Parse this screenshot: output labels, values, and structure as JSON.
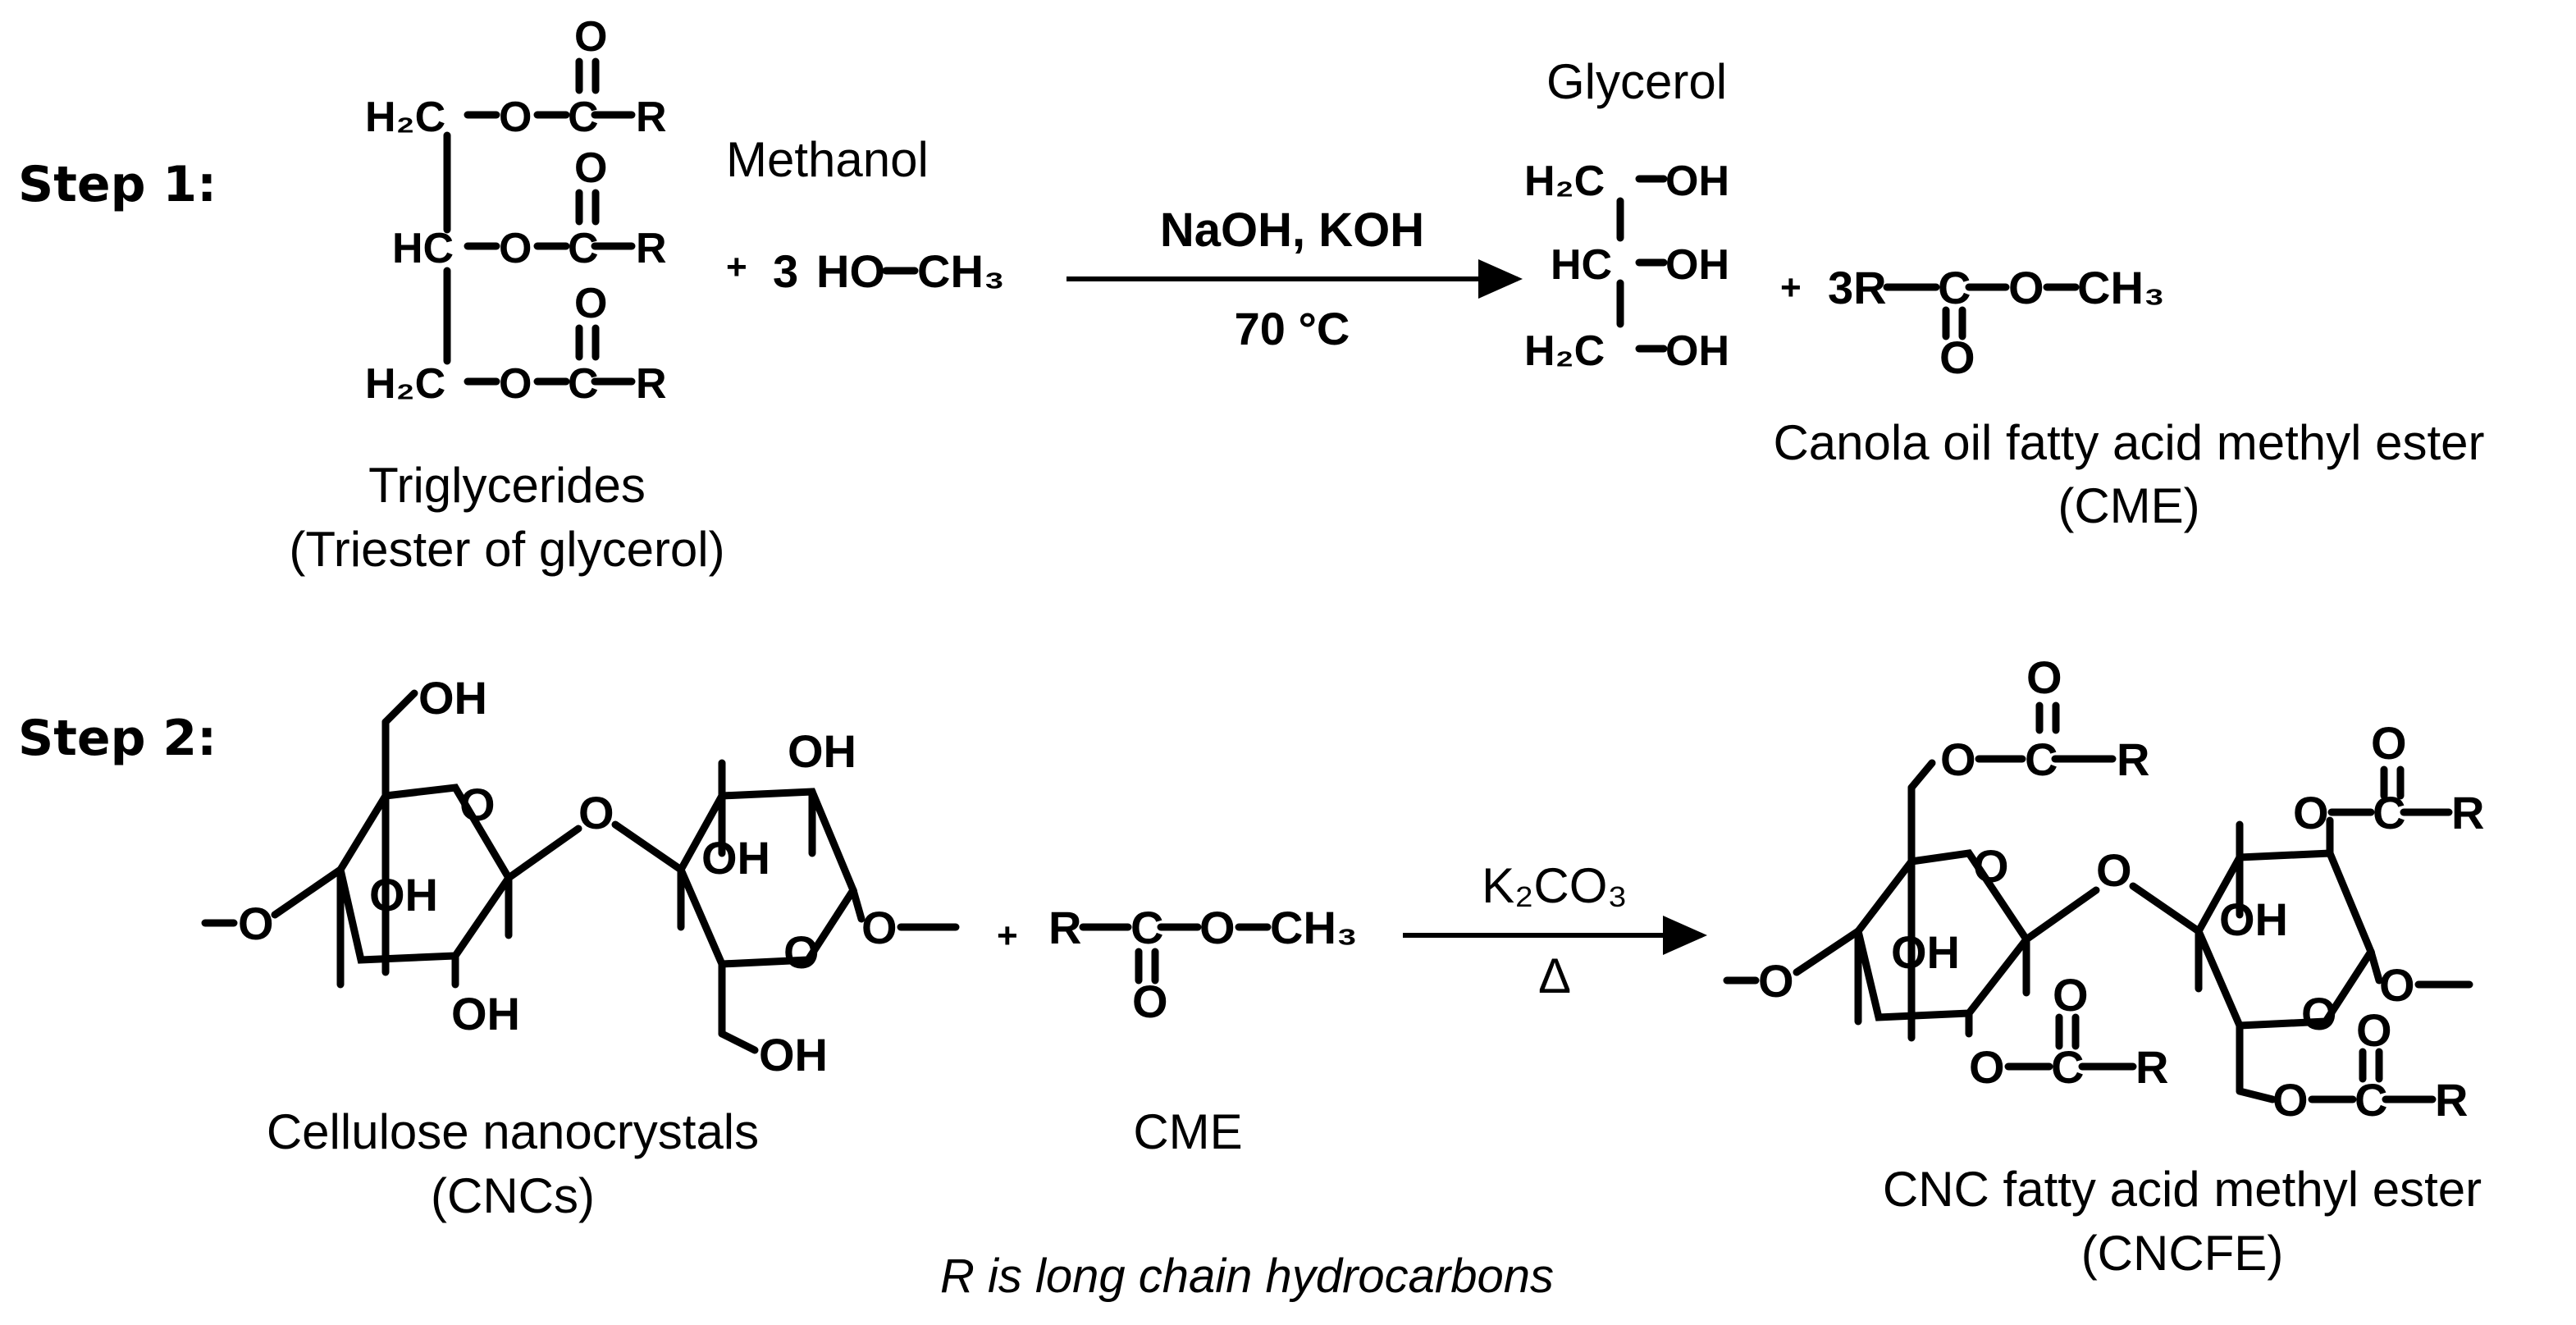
{
  "labels": {
    "step1": "Step 1:",
    "step2": "Step 2:",
    "methanol": "Methanol",
    "glycerol": "Glycerol",
    "catalyst1": "NaOH, KOH",
    "temperature": "70 °C",
    "catalyst2": "K₂CO₃",
    "heat": "Δ",
    "triglycerides": "Triglycerides",
    "triglycerides_sub": "(Triester of glycerol)",
    "cme_name": "Canola oil fatty acid methyl ester",
    "cme_abbr": "(CME)",
    "cnc_name": "Cellulose nanocrystals",
    "cnc_abbr": "(CNCs)",
    "cme_short": "CME",
    "cncfe_name": "CNC fatty acid methyl ester",
    "cncfe_abbr": "(CNCFE)",
    "note": "R is long chain hydrocarbons"
  },
  "atoms": {
    "O": "O",
    "C": "C",
    "R": "R",
    "H": "H",
    "H2C": "H₂C",
    "HC": "HC",
    "OH": "OH",
    "3": "3",
    "3R": "3R",
    "plus": "+",
    "HO": "HO",
    "CH3": "CH₃"
  }
}
